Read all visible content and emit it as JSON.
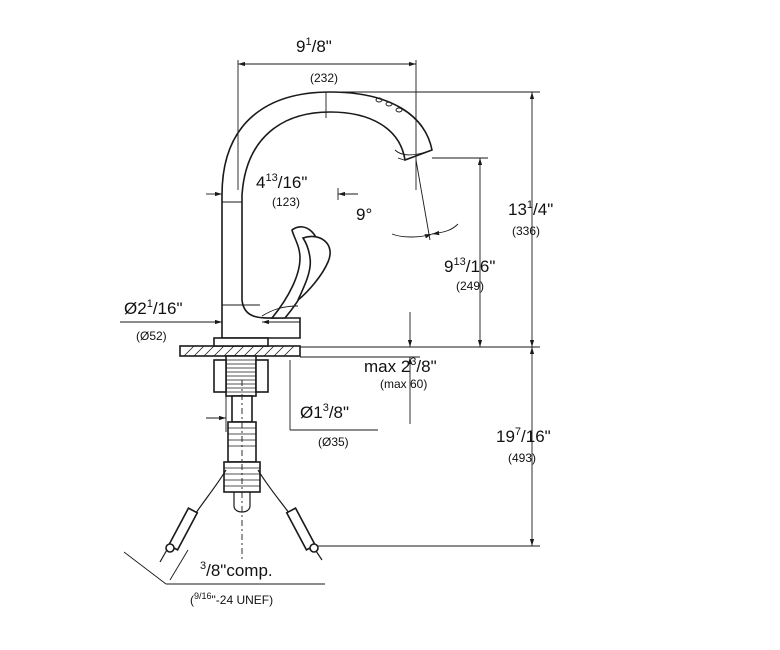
{
  "dimensions": {
    "overall_width": {
      "main": "9",
      "sup": "1",
      "rest": "/8\"",
      "sub": "(232)"
    },
    "height_above": {
      "main": "13",
      "sup": "1",
      "rest": "/4\"",
      "sub": "(336)"
    },
    "spout_reach": {
      "main": "4",
      "sup": "13",
      "rest": "/16\"",
      "sub": "(123)"
    },
    "swivel_angle": {
      "main": "9°"
    },
    "spout_height": {
      "main": "9",
      "sup": "13",
      "rest": "/16\"",
      "sub": "(249)"
    },
    "base_diameter": {
      "main": "Ø2",
      "sup": "1",
      "rest": "/16\"",
      "sub": "(Ø52)"
    },
    "deck_thickness": {
      "main": "max 2",
      "sup": "3",
      "rest": "/8\"",
      "sub": "(max 60)"
    },
    "hole_diameter": {
      "main": "Ø1",
      "sup": "3",
      "rest": "/8\"",
      "sub": "(Ø35)"
    },
    "below_deck_length": {
      "main": "19",
      "sup": "7",
      "rest": "/16\"",
      "sub": "(493)"
    },
    "connection": {
      "main": "comp.",
      "sup": "3",
      "rest": "/8\"",
      "sub_sup": "9",
      "sub_sup_rest": "/16",
      "sub": "\"-24 UNEF)",
      "sub_open": "("
    }
  }
}
